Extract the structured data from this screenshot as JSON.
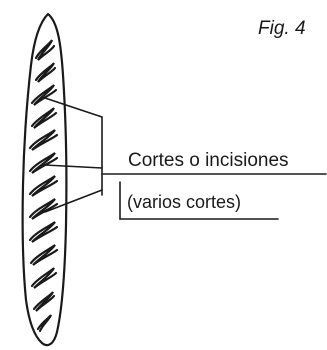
{
  "figure": {
    "label": "Fig. 4"
  },
  "callout": {
    "label": "Cortes o incisiones",
    "sublabel": "(varios cortes)"
  },
  "colors": {
    "ink": "#1a1a1a",
    "background": "#ffffff"
  }
}
